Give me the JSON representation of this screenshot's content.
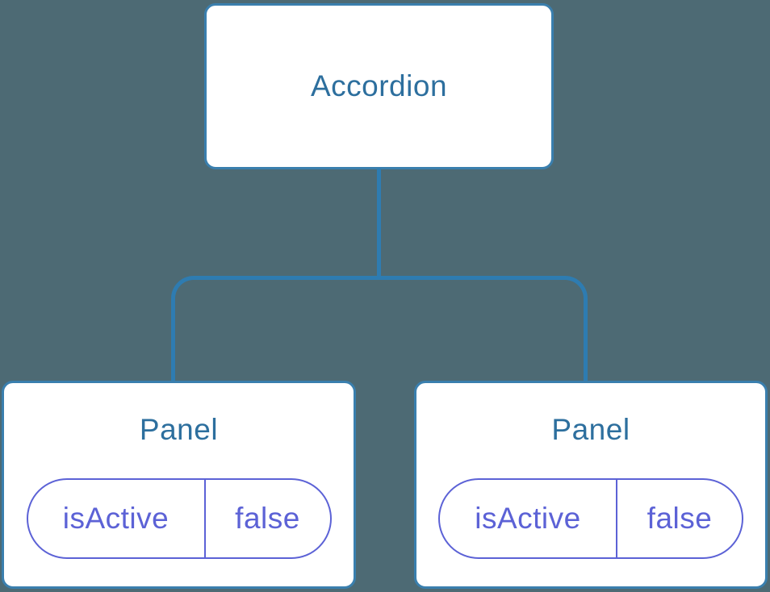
{
  "diagram": {
    "root": {
      "label": "Accordion"
    },
    "children": [
      {
        "label": "Panel",
        "props": [
          {
            "name": "isActive",
            "value": "false"
          }
        ]
      },
      {
        "label": "Panel",
        "props": [
          {
            "name": "isActive",
            "value": "false"
          }
        ]
      }
    ]
  },
  "colors": {
    "background": "#4d6a74",
    "connector": "#2e7cb1",
    "box_border": "#3a7fae",
    "box_fill": "#ffffff",
    "title_text": "#2d6f9e",
    "prop_accent": "#5c62d6"
  }
}
